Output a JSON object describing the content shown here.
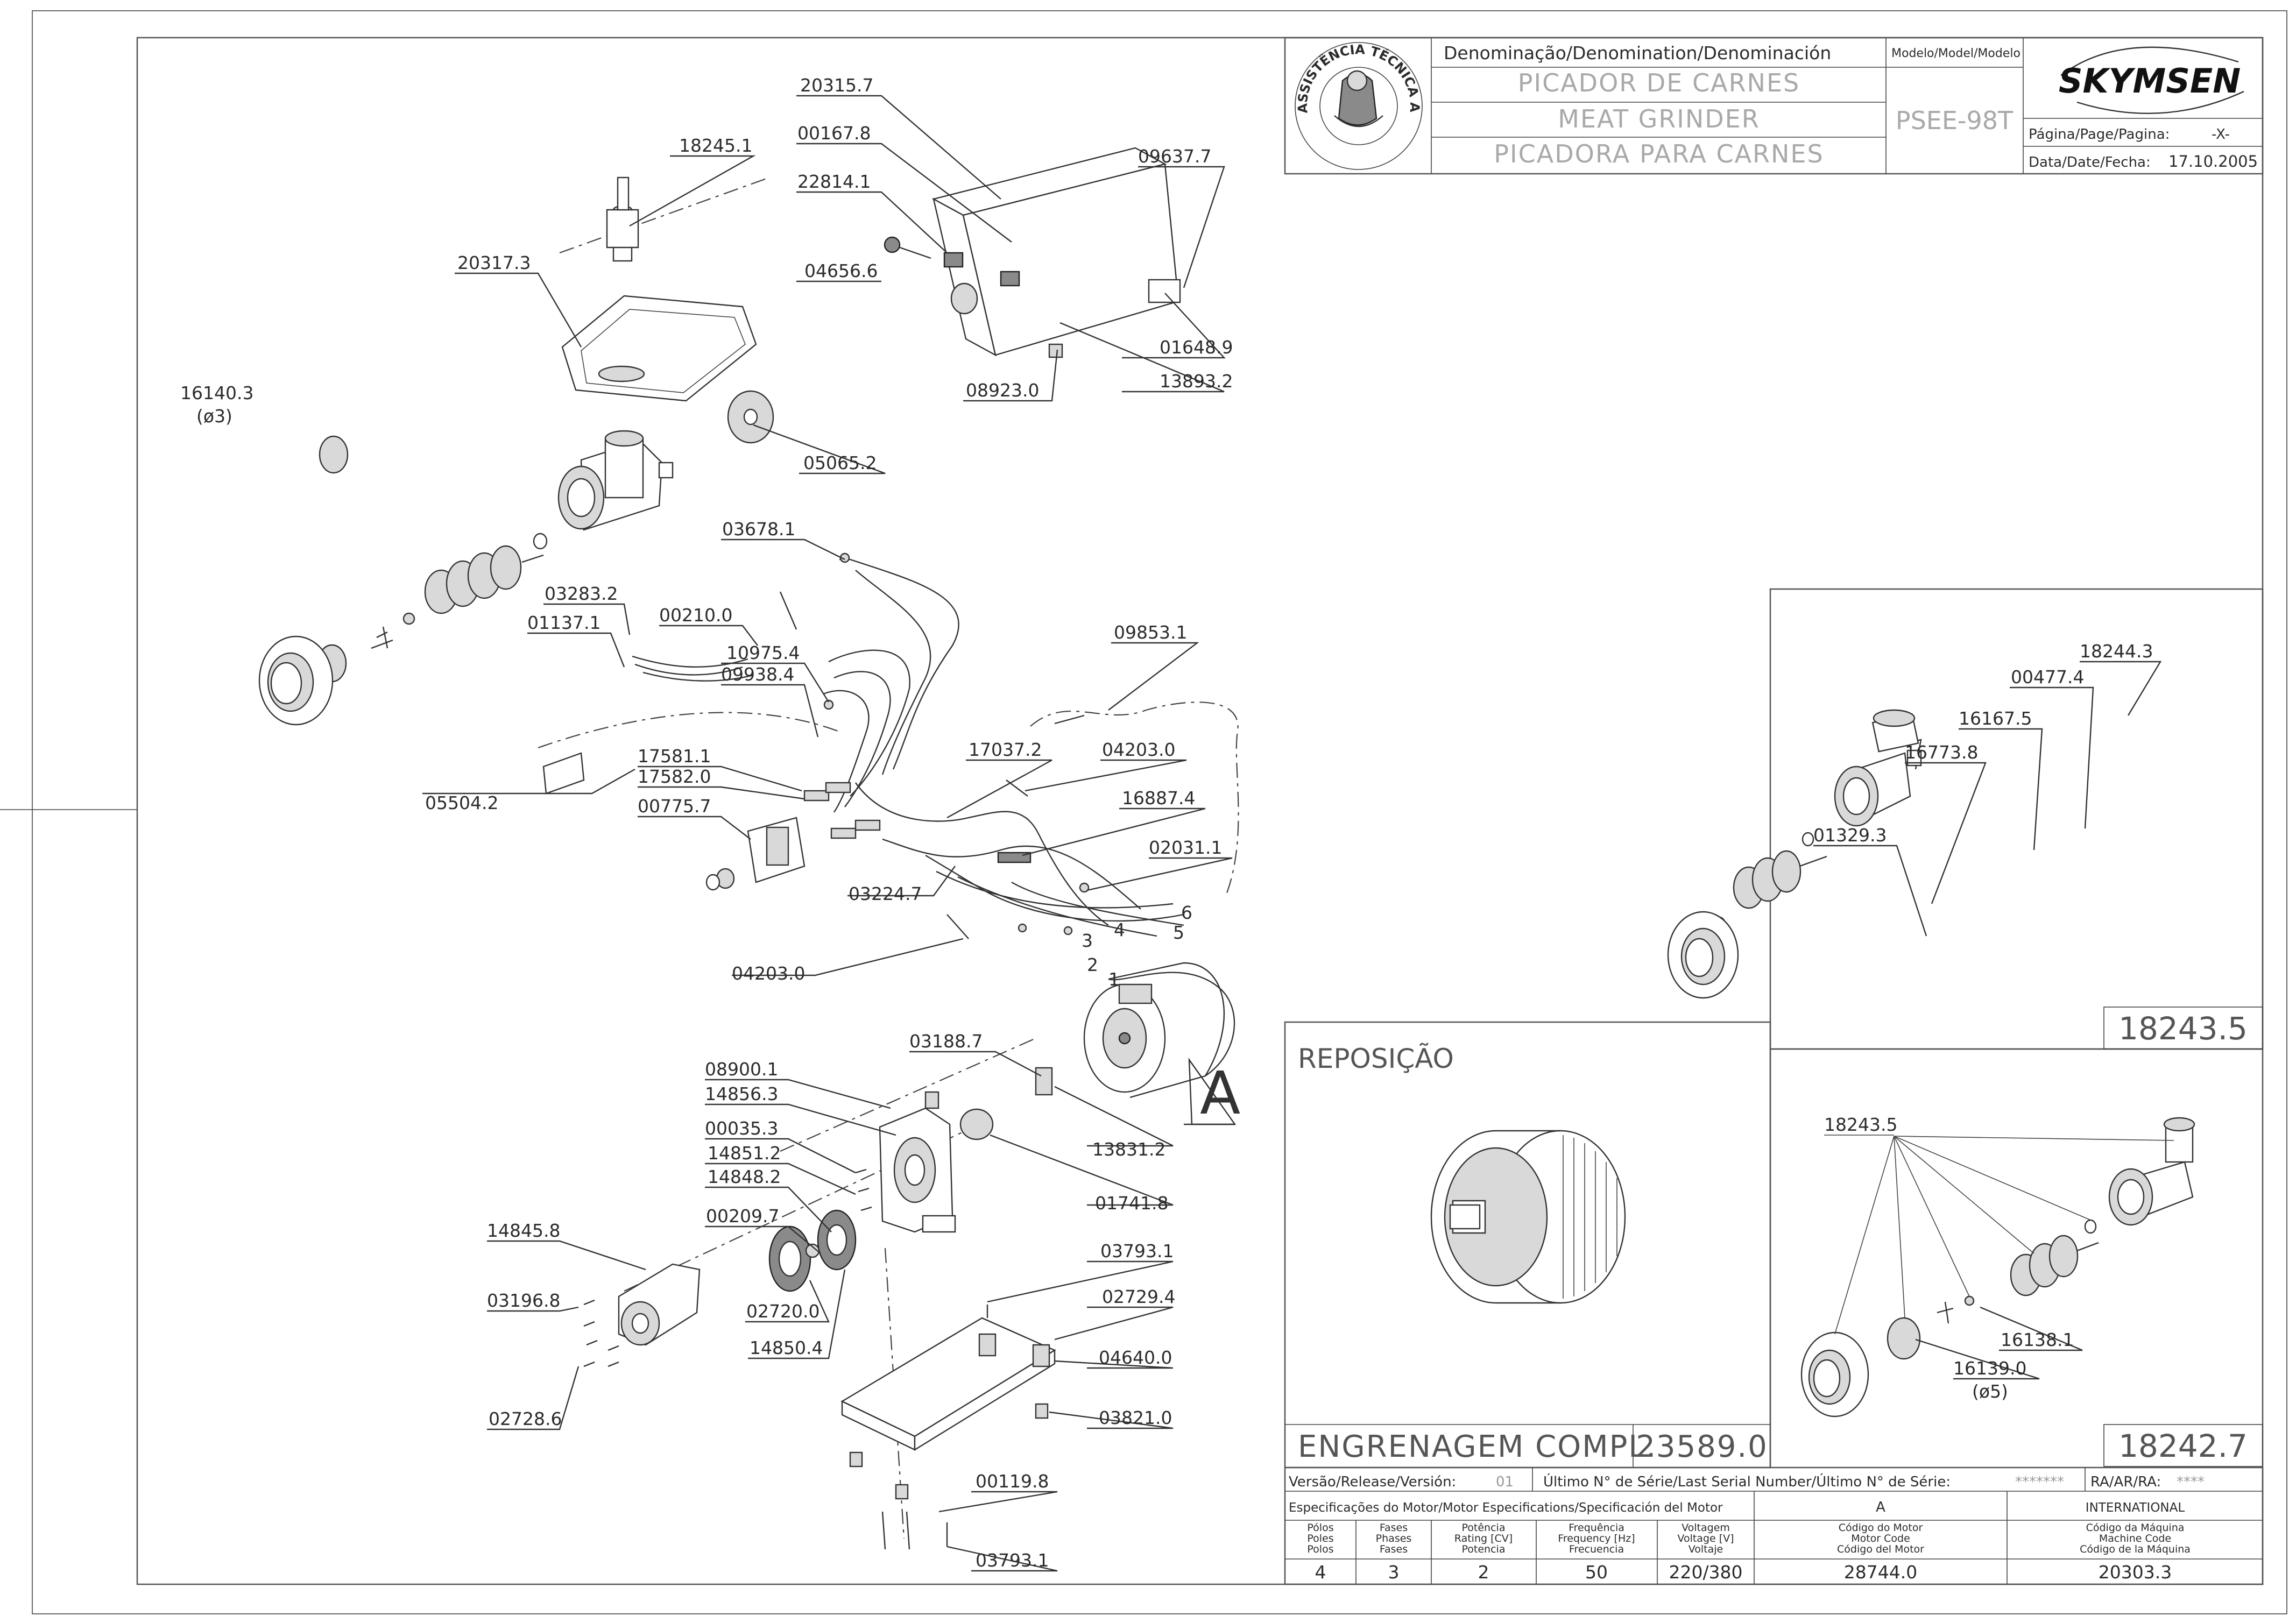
{
  "title_block": {
    "denomination_header": "Denominação/Denomination/Denominación",
    "model_header": "Modelo/Model/Modelo",
    "name_pt": "PICADOR DE CARNES",
    "name_en": "MEAT GRINDER",
    "name_es": "PICADORA PARA CARNES",
    "model": "PSEE-98T",
    "brand": "SKYMSEN",
    "page_label": "Página/Page/Pagina:",
    "page_value": "-X-",
    "date_label": "Data/Date/Fecha:",
    "date_value": "17.10.2005",
    "seal_text": "ASSISTÊNCIA TÉCNICA AUTORIZADA"
  },
  "part_labels": [
    "20315.7",
    "00167.8",
    "22814.1",
    "04656.6",
    "09637.7",
    "01648.9",
    "08923.0",
    "13893.2",
    "18245.1",
    "20317.3",
    "16140.3",
    "(ø3)",
    "05065.2",
    "03678.1",
    "03283.2",
    "00210.0",
    "01137.1",
    "10975.4",
    "09938.4",
    "09853.1",
    "05504.2",
    "17581.1",
    "17582.0",
    "00775.7",
    "17037.2",
    "04203.0",
    "16887.4",
    "02031.1",
    "03224.7",
    "04203.0",
    "03188.7",
    "08900.1",
    "14856.3",
    "00035.3",
    "14851.2",
    "14848.2",
    "00209.7",
    "14845.8",
    "03196.8",
    "02720.0",
    "14850.4",
    "02728.6",
    "13831.2",
    "01741.8",
    "03793.1",
    "02729.4",
    "04640.0",
    "03821.0",
    "00119.8",
    "03793.1"
  ],
  "wire_numbers": [
    "1",
    "2",
    "3",
    "4",
    "5",
    "6"
  ],
  "view_letter": "A",
  "kit_18243": {
    "labels": [
      "18244.3",
      "00477.4",
      "16167.5",
      "16773.8",
      "01329.3"
    ],
    "code": "18243.5"
  },
  "kit_18242": {
    "labels": [
      "18243.5",
      "16138.1",
      "16139.0",
      "(ø5)"
    ],
    "code": "18242.7"
  },
  "reposicao": {
    "title": "REPOSIÇÃO",
    "item_name": "ENGRENAGEM COMPL.",
    "item_code": "23589.0"
  },
  "info_bar": {
    "version_label": "Versão/Release/Versión:",
    "version_value": "01",
    "serial_label": "Último N° de Série/Last Serial Number/Último N° de Série:",
    "serial_value": "*******",
    "ra_label": "RA/AR/RA:",
    "ra_value": "****"
  },
  "motor_spec": {
    "header": "Especificações do Motor/Motor Especifications/Specificación del Motor",
    "letter": "A",
    "international": "INTERNATIONAL",
    "columns": [
      [
        "Pólos",
        "Poles",
        "Polos"
      ],
      [
        "Fases",
        "Phases",
        "Fases"
      ],
      [
        "Potência",
        "Rating [CV]",
        "Potencia"
      ],
      [
        "Frequência",
        "Frequency [Hz]",
        "Frecuencia"
      ],
      [
        "Voltagem",
        "Voltage [V]",
        "Voltaje"
      ],
      [
        "Código do Motor",
        "Motor Code",
        "Código del Motor"
      ],
      [
        "Código da Máquina",
        "Machine Code",
        "Código de la Máquina"
      ]
    ],
    "values": [
      "4",
      "3",
      "2",
      "50",
      "220/380",
      "28744.0",
      "20303.3"
    ]
  }
}
